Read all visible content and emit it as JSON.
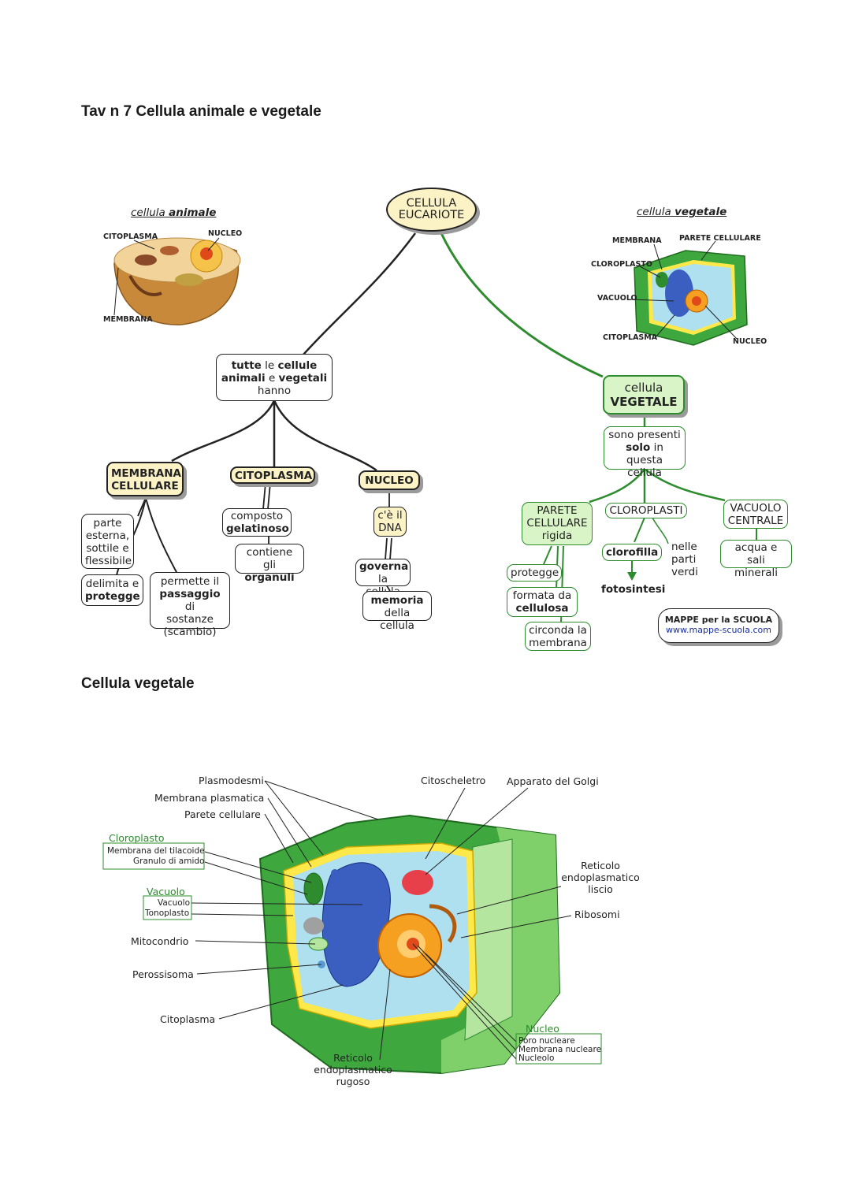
{
  "section1": {
    "title": "Tav n 7 Cellula animale e vegetale",
    "root": [
      "CELLULA",
      "EUCARIOTE"
    ],
    "animal_caption": {
      "a": "cellula",
      "b": "animale"
    },
    "animal_labels": {
      "citoplasma": "CITOPLASMA",
      "nucleo": "NUCLEO",
      "membrana": "MEMBRANA"
    },
    "plant_caption": {
      "a": "cellula",
      "b": "vegetale"
    },
    "plant_labels": {
      "membrana": "MEMBRANA",
      "parete": "PARETE CELLULARE",
      "cloroplasto": "CLOROPLASTO",
      "vacuolo": "VACUOLO",
      "citoplasma": "CITOPLASMA",
      "nucleo": "NUCLEO"
    },
    "all_cells": {
      "l1a": "tutte",
      "l1b": "le",
      "l1c": "cellule",
      "l2a": "animali",
      "l2b": "e",
      "l2c": "vegetali",
      "l3": "hanno"
    },
    "membrana": {
      "l1": "MEMBRANA",
      "l2": "CELLULARE"
    },
    "parte_esterna": [
      "parte",
      "esterna,",
      "sottile e",
      "flessibile"
    ],
    "delimita": {
      "l1": "delimita e",
      "l2": "protegge"
    },
    "permette": {
      "l1": "permette il",
      "l2a": "passaggio",
      "l2b": "di",
      "l3": "sostanze",
      "l4": "(scambio)"
    },
    "citoplasma": "CITOPLASMA",
    "composto": {
      "l1": "composto",
      "l2": "gelatinoso"
    },
    "contiene": {
      "l1": "contiene gli",
      "l2": "organuli"
    },
    "nucleo": "NUCLEO",
    "dna": {
      "l1": "c'è il",
      "l2": "DNA"
    },
    "governa": {
      "l1": "governa",
      "l2": "la cellula"
    },
    "memoria": {
      "l1": "memoria",
      "l2": "della cellula"
    },
    "cellula_vegetale": {
      "l1": "cellula",
      "l2": "VEGETALE"
    },
    "solo": {
      "l1": "sono presenti",
      "l2a": "solo",
      "l2b": "in",
      "l3": "questa cellula"
    },
    "parete": [
      "PARETE",
      "CELLULARE",
      "rigida"
    ],
    "protegge": "protegge",
    "formata": {
      "l1": "formata da",
      "l2": "cellulosa"
    },
    "circonda": {
      "l1": "circonda la",
      "l2": "membrana"
    },
    "cloroplasti": "CLOROPLASTI",
    "clorofilla": "clorofilla",
    "fotosintesi": "fotosintesi",
    "nelle": [
      "nelle",
      "parti",
      "verdi"
    ],
    "vacuolo": {
      "l1": "VACUOLO",
      "l2": "CENTRALE"
    },
    "acqua": {
      "l1": "acqua e",
      "l2": "sali minerali"
    },
    "brand": {
      "l1": "MAPPE per la SCUOLA",
      "l2": "www.mappe-scuola.com"
    }
  },
  "section2": {
    "title": "Cellula vegetale",
    "labels": {
      "plasmodesmi": "Plasmodesmi",
      "membrana_plasmatica": "Membrana plasmatica",
      "parete_cellulare": "Parete cellulare",
      "cloroplasto": "Cloroplasto",
      "tilacoide": "Membrana del tilacoide",
      "amido": "Granulo di amido",
      "vacuolo_t": "Vacuolo",
      "vacuolo": "Vacuolo",
      "tonoplasto": "Tonoplasto",
      "mitocondrio": "Mitocondrio",
      "perossisoma": "Perossisoma",
      "citoplasma": "Citoplasma",
      "citoscheletro": "Citoscheletro",
      "golgi": "Apparato del Golgi",
      "rel_l1": "Reticolo",
      "rel_l2": "endoplasmatico",
      "rel_l3": "liscio",
      "ribosomi": "Ribosomi",
      "rer_l1": "Reticolo",
      "rer_l2": "endoplasmatico",
      "rer_l3": "rugoso",
      "nucleo_t": "Nucleo",
      "poro": "Poro nucleare",
      "membrana_nucleare": "Membrana nucleare",
      "nucleolo": "Nucleolo"
    }
  },
  "colors": {
    "plant_green": "#2e8b2e",
    "yellow_fill": "#fbf3c6",
    "green_fill": "#d9f5c7"
  }
}
